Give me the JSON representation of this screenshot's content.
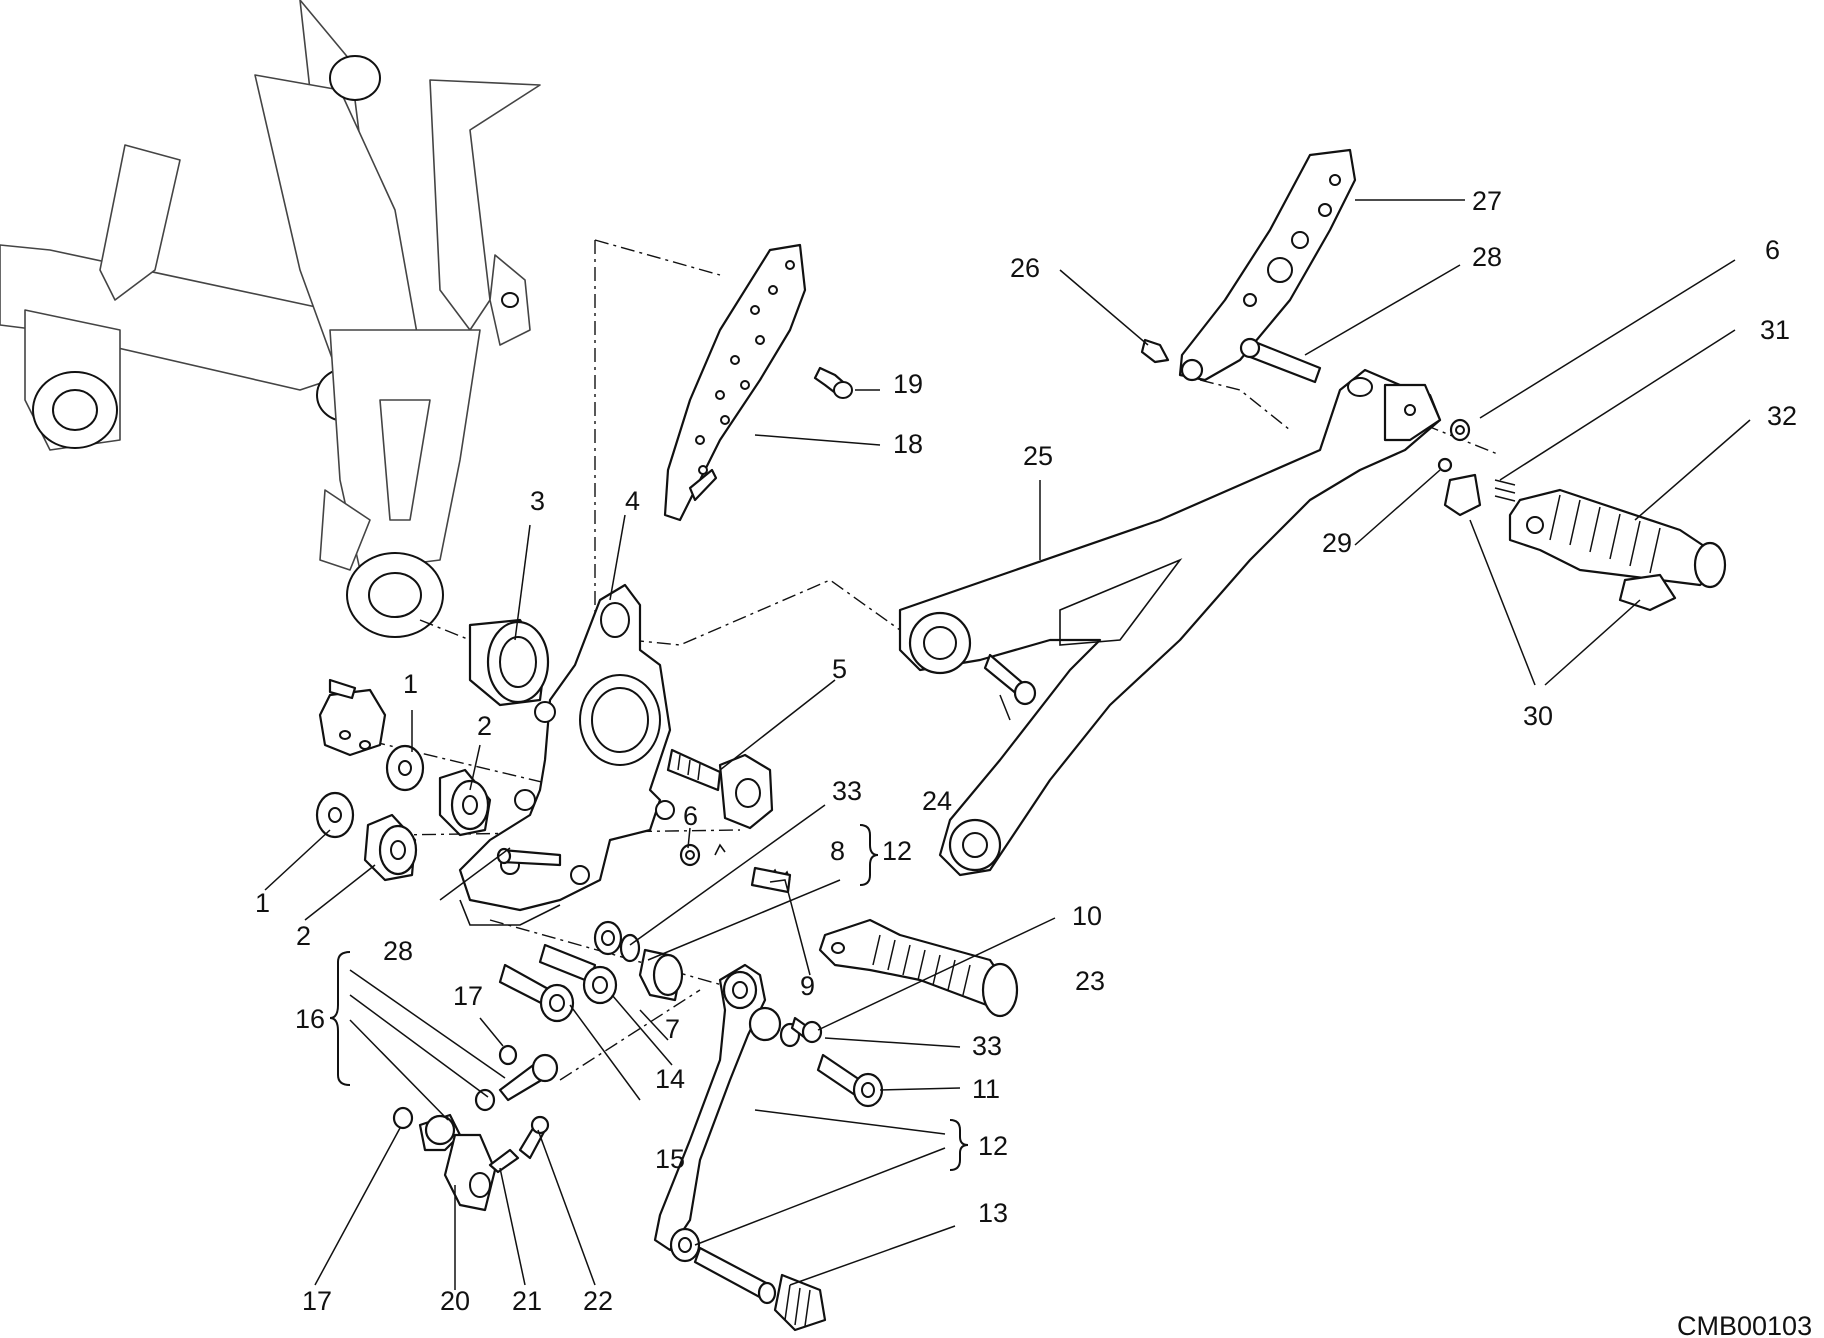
{
  "drawing_code": "CMB00103",
  "callouts": {
    "c1a": "1",
    "c1b": "1",
    "c2a": "2",
    "c2b": "2",
    "c3": "3",
    "c4": "4",
    "c5": "5",
    "c6a": "6",
    "c6b": "6",
    "c7": "7",
    "c8": "8",
    "c9": "9",
    "c10": "10",
    "c11": "11",
    "c12a": "12",
    "c12b": "12",
    "c13": "13",
    "c14": "14",
    "c15": "15",
    "c16": "16",
    "c17a": "17",
    "c17b": "17",
    "c18": "18",
    "c19": "19",
    "c20": "20",
    "c21": "21",
    "c22": "22",
    "c23": "23",
    "c24": "24",
    "c25": "25",
    "c26": "26",
    "c27": "27",
    "c28a": "28",
    "c28b": "28",
    "c29": "29",
    "c30": "30",
    "c31": "31",
    "c32": "32",
    "c33a": "33",
    "c33b": "33"
  }
}
